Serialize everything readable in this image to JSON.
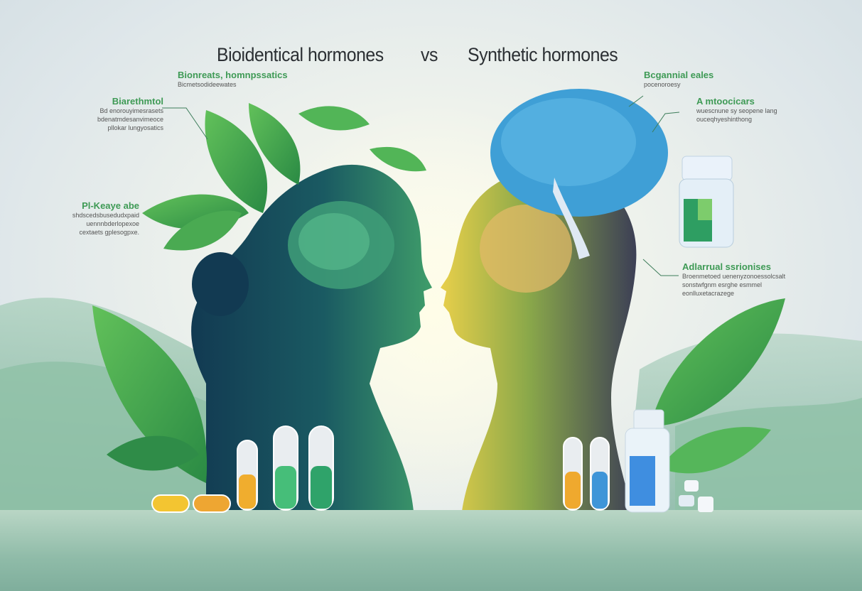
{
  "title": {
    "left": "Bioidentical hormones",
    "vs": "vs",
    "right": "Synthetic hormones"
  },
  "labels_left": [
    {
      "heading": "Bionreats, homnpssatics",
      "body": [
        "Bicmetsodideewates"
      ]
    },
    {
      "heading": "Biarethmtol",
      "body": [
        "Bd enorouyimesrasets",
        "bdenatmdesanvimeoce",
        "pllokar lungyosatics"
      ]
    },
    {
      "heading": "Pl-Keaye abe",
      "body": [
        "shdscedsbusedudxpaid",
        "uennnbderlopexoe",
        "cextaets gplesogpxe."
      ]
    }
  ],
  "labels_right": [
    {
      "heading": "Bcgannial eales",
      "body": [
        "pocenoroesy"
      ]
    },
    {
      "heading": "A mtoocicars",
      "body": [
        "wuescnune sy seopene lang",
        "ouceqhyeshinthong"
      ]
    },
    {
      "heading": "Adlarrual ssrionises",
      "body": [
        "Broenmetoed uenenyzonoessolcsalt",
        "sonstwfgnm esrghe esmmel",
        "eonlluxetacrazege"
      ]
    }
  ],
  "colors": {
    "accent_green": "#3e9a55",
    "title_text": "#2b2f33",
    "left_head": "#15465a",
    "brain_blue": "#3f9fd6"
  }
}
